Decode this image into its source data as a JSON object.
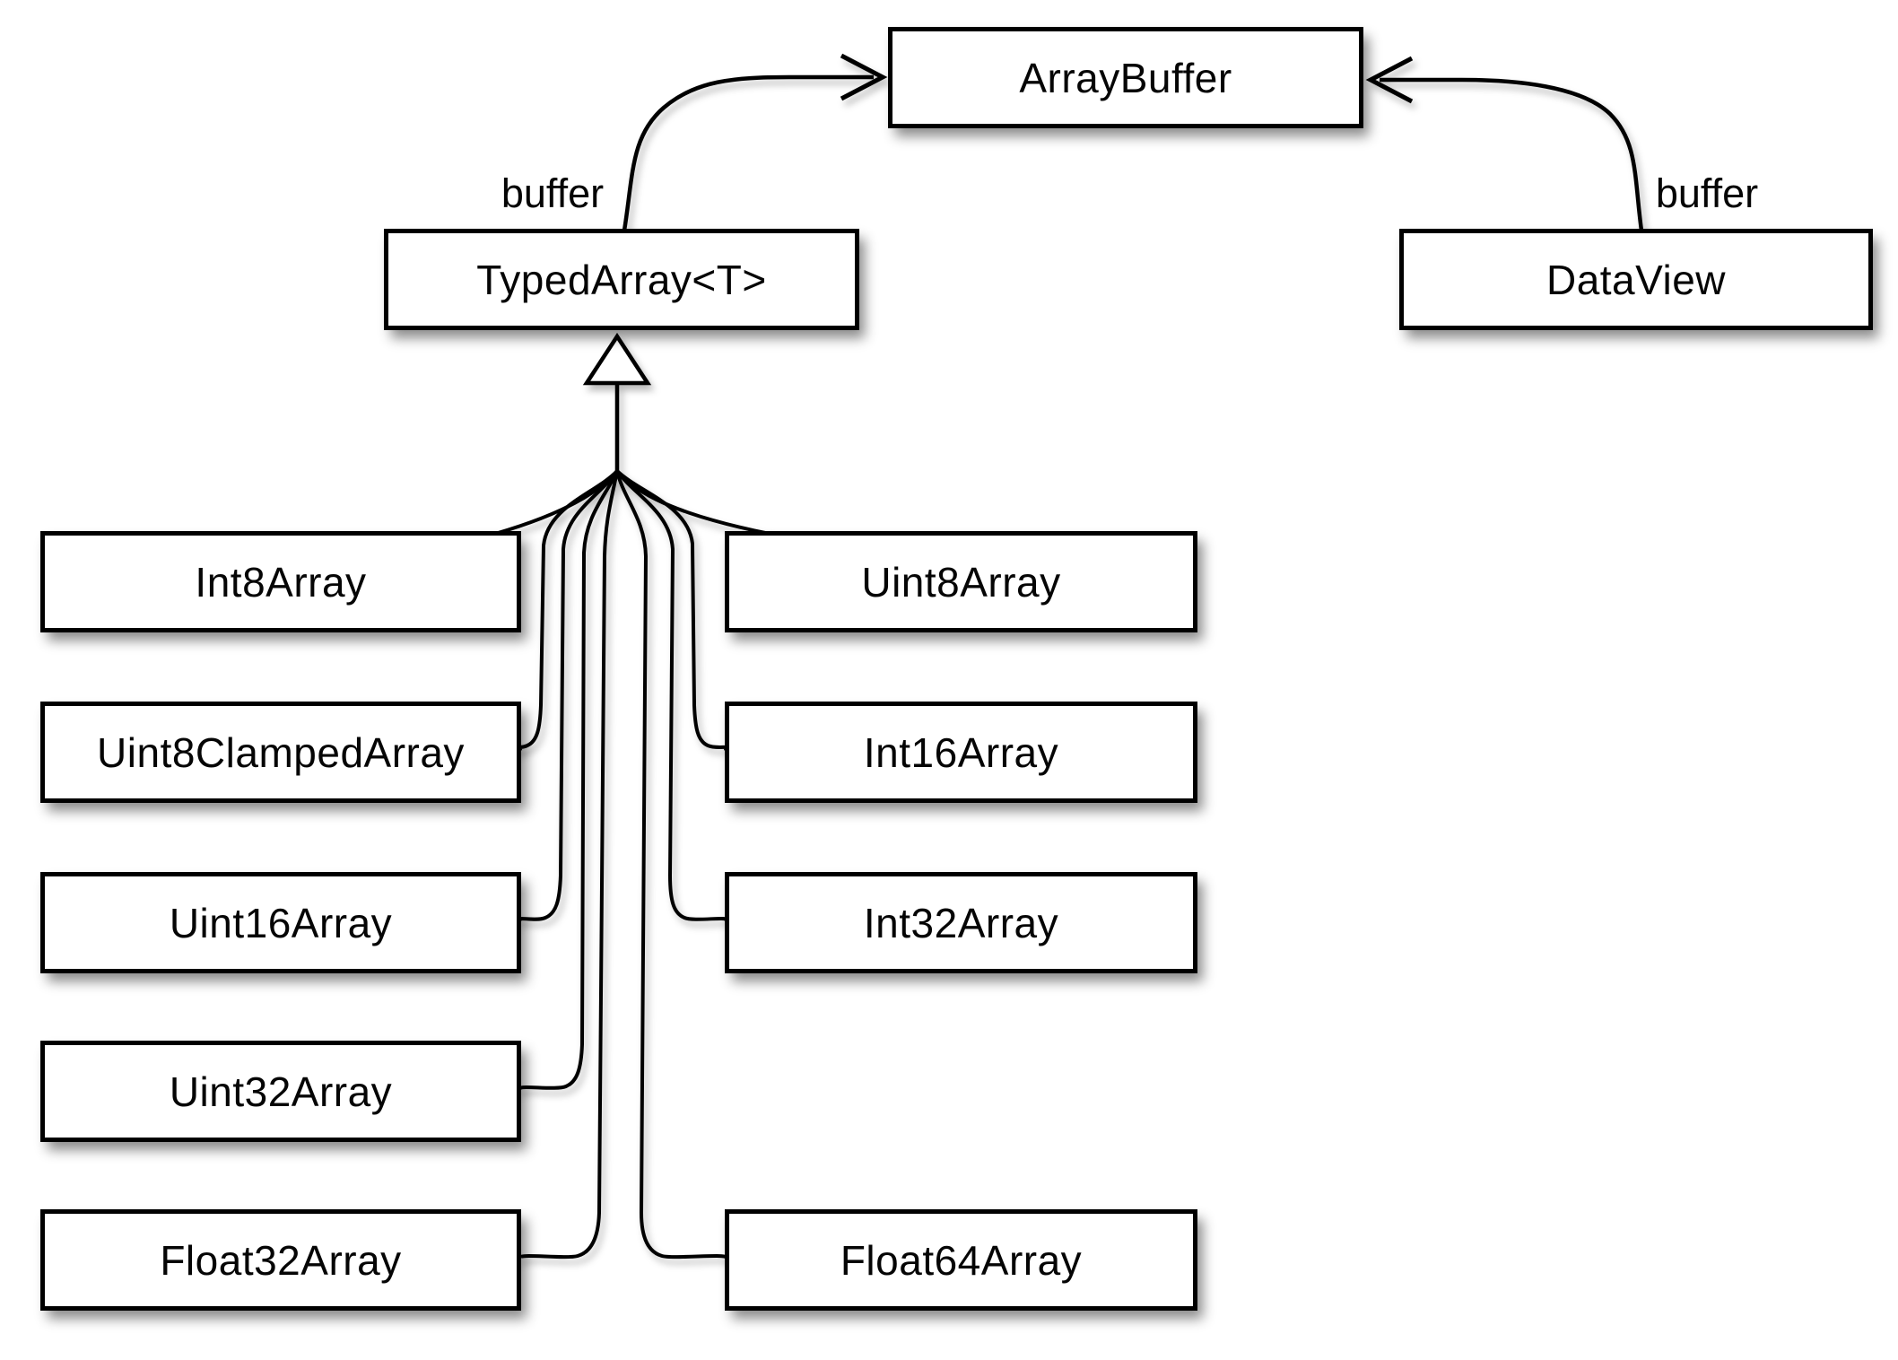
{
  "diagram": {
    "type": "uml-class-diagram",
    "topic": "JavaScript typed array hierarchy",
    "colors": {
      "background": "#ffffff",
      "node_fill": "#ffffff",
      "stroke": "#000000",
      "shadow": "rgba(0,0,0,0.45)"
    },
    "nodes": {
      "arraybuffer": {
        "label": "ArrayBuffer"
      },
      "typedarray": {
        "label": "TypedArray<T>"
      },
      "dataview": {
        "label": "DataView"
      },
      "int8array": {
        "label": "Int8Array"
      },
      "uint8array": {
        "label": "Uint8Array"
      },
      "uint8clampedarray": {
        "label": "Uint8ClampedArray"
      },
      "int16array": {
        "label": "Int16Array"
      },
      "uint16array": {
        "label": "Uint16Array"
      },
      "int32array": {
        "label": "Int32Array"
      },
      "uint32array": {
        "label": "Uint32Array"
      },
      "float32array": {
        "label": "Float32Array"
      },
      "float64array": {
        "label": "Float64Array"
      }
    },
    "edges": [
      {
        "from": "TypedArray<T>",
        "to": "ArrayBuffer",
        "label": "buffer",
        "type": "association-arrow"
      },
      {
        "from": "DataView",
        "to": "ArrayBuffer",
        "label": "buffer",
        "type": "association-arrow"
      },
      {
        "from": "Int8Array, Uint8Array, Uint8ClampedArray, Int16Array, Uint16Array, Int32Array, Uint32Array, Float32Array, Float64Array",
        "to": "TypedArray<T>",
        "label": "",
        "type": "generalization"
      }
    ]
  }
}
